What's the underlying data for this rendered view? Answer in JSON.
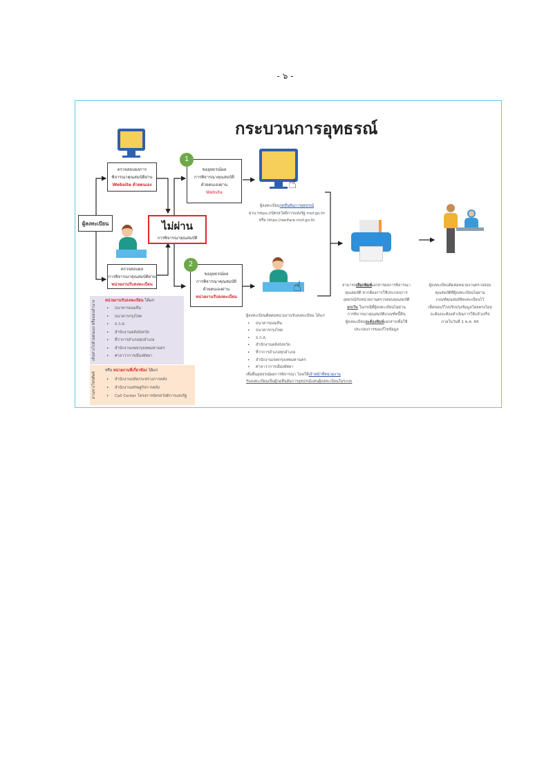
{
  "page_number": "- ๖ -",
  "diagram": {
    "title": "กระบวนการอุทธรณ์",
    "registrant_label": "ผู้ลงทะเบียน",
    "check_web": {
      "line1": "ตรวจสอบผลการ",
      "line2": "พิจารณาคุณสมบัติผ่าน",
      "line3": "Website ด้วยตนเอง"
    },
    "check_agency": {
      "line1": "ตรวจสอบผล",
      "line2": "การพิจารณาคุณสมบัติผ่าน",
      "line3": "หน่วยงานรับลงทะเบียน"
    },
    "fail": {
      "title": "ไม่ผ่าน",
      "subtitle": "การพิจารณาคุณสมบัติ"
    },
    "step1": {
      "number": "1",
      "line1": "ขออุทธรณ์ผล",
      "line2": "การพิจารณาคุณสมบัติ",
      "line3": "ด้วยตนเองผ่าน",
      "line4": "Website"
    },
    "step2": {
      "number": "2",
      "line1": "ขออุทธรณ์ผล",
      "line2": "การพิจารณาคุณสมบัติ",
      "line3": "ด้วยตนเองผ่าน",
      "line4": "หน่วยงานรับลงทะเบียน"
    },
    "web_caption": {
      "prefix": "ผู้ลงทะเบียน",
      "link": "กดยืนยันการอุทธรณ์",
      "line2": "ผ่าน https://บัตรสวัสดิการแห่งรัฐ.mof.go.th",
      "line3": "หรือ https://welfare.mof.go.th"
    },
    "agency_caption": {
      "intro": "ผู้ลงทะเบียนติดต่อหน่วยงานรับลงทะเบียน ได้แก่",
      "items": [
        "ธนาคารออมสิน",
        "ธนาคารกรุงไทย",
        "ธ.ก.ส.",
        "สำนักงานคลังจังหวัด",
        "ที่ว่าการอำเภอทุกอำเภอ",
        "สำนักงานเขตกรุงเทพมหานคร",
        "ศาลาว่าการเมืองพัทยา"
      ],
      "footer1": "เพื่อยื่นอุทธรณ์ผลการพิจารณา โดยให้",
      "footer_link1": "เจ้าหน้าที่หน่วยงาน",
      "footer_link2": "รับลงทะเบียนเป็นผู้กดยืนยันการอุทธรณ์แทนผู้ลงทะเบียนในระบบ"
    },
    "panel_in_person": {
      "side_label": "เดินทางไปด้วยตนเอง หรือมอบอำนาจ",
      "heading": "หน่วยงานรับลงทะเบียน",
      "heading_suffix": " ได้แก่",
      "items": [
        "ธนาคารออมสิน",
        "ธนาคารกรุงไทย",
        "ธ.ก.ส.",
        "สำนักงานคลังจังหวัด",
        "ที่ว่าการอำเภอทุกอำเภอ",
        "สำนักงานเขตกรุงเทพมหานคร",
        "ศาลาว่าการเมืองพัทยา"
      ]
    },
    "panel_phone": {
      "side_label": "ผ่านทางโทรศัพท์",
      "prefix": "หรือ ",
      "heading": "หน่วยงานที่เกี่ยวข้อง",
      "heading_suffix": " ได้แก่",
      "items": [
        "สำนักงานปลัดกระทรวงการคลัง",
        "สำนักงานเศรษฐกิจการคลัง",
        "Call Center โครงการบัตรสวัสดิการแห่งรัฐ"
      ]
    },
    "print_caption": {
      "l1a": "สามารถ",
      "l1b": "เลือกพิมพ์",
      "l1c": "เอกสารผลการพิจารณา",
      "l2": "คุณสมบัติ หากต้องการใช้ประกอบการ",
      "l3": "อุทธรณ์กับหน่วยงานตรวจสอบคุณสมบัติ",
      "l4a": "ยกเว้น",
      "l4b": " ในกรณีที่ผู้ลงทะเบียนไม่ผ่าน",
      "l5": "การพิจารณาคุณสมบัติเกณฑ์หนี้สิน",
      "l6a": "ผู้ลงทะเบียน",
      "l6b": "จะต้องพิมพ์",
      "l6c": "เอกสารเพื่อใช้",
      "l7": "ประกอบการขอแก้ไขข้อมูล"
    },
    "final_caption": [
      "ผู้ลงทะเบียนติดต่อหน่วยงานตรวจสอบ",
      "คุณสมบัติที่ผู้ลงทะเบียนไม่ผ่าน",
      "เกณฑ์คุณสมบัติลงทะเบียนไว้",
      "เพื่อขอแก้ไขปรับปรุงข้อมูลโดยตรงโดย",
      "จะต้องจะต้องดำเนินการให้แล้วเสร็จ",
      "ภายในวันที่ 1 พ.ค. 66"
    ]
  }
}
